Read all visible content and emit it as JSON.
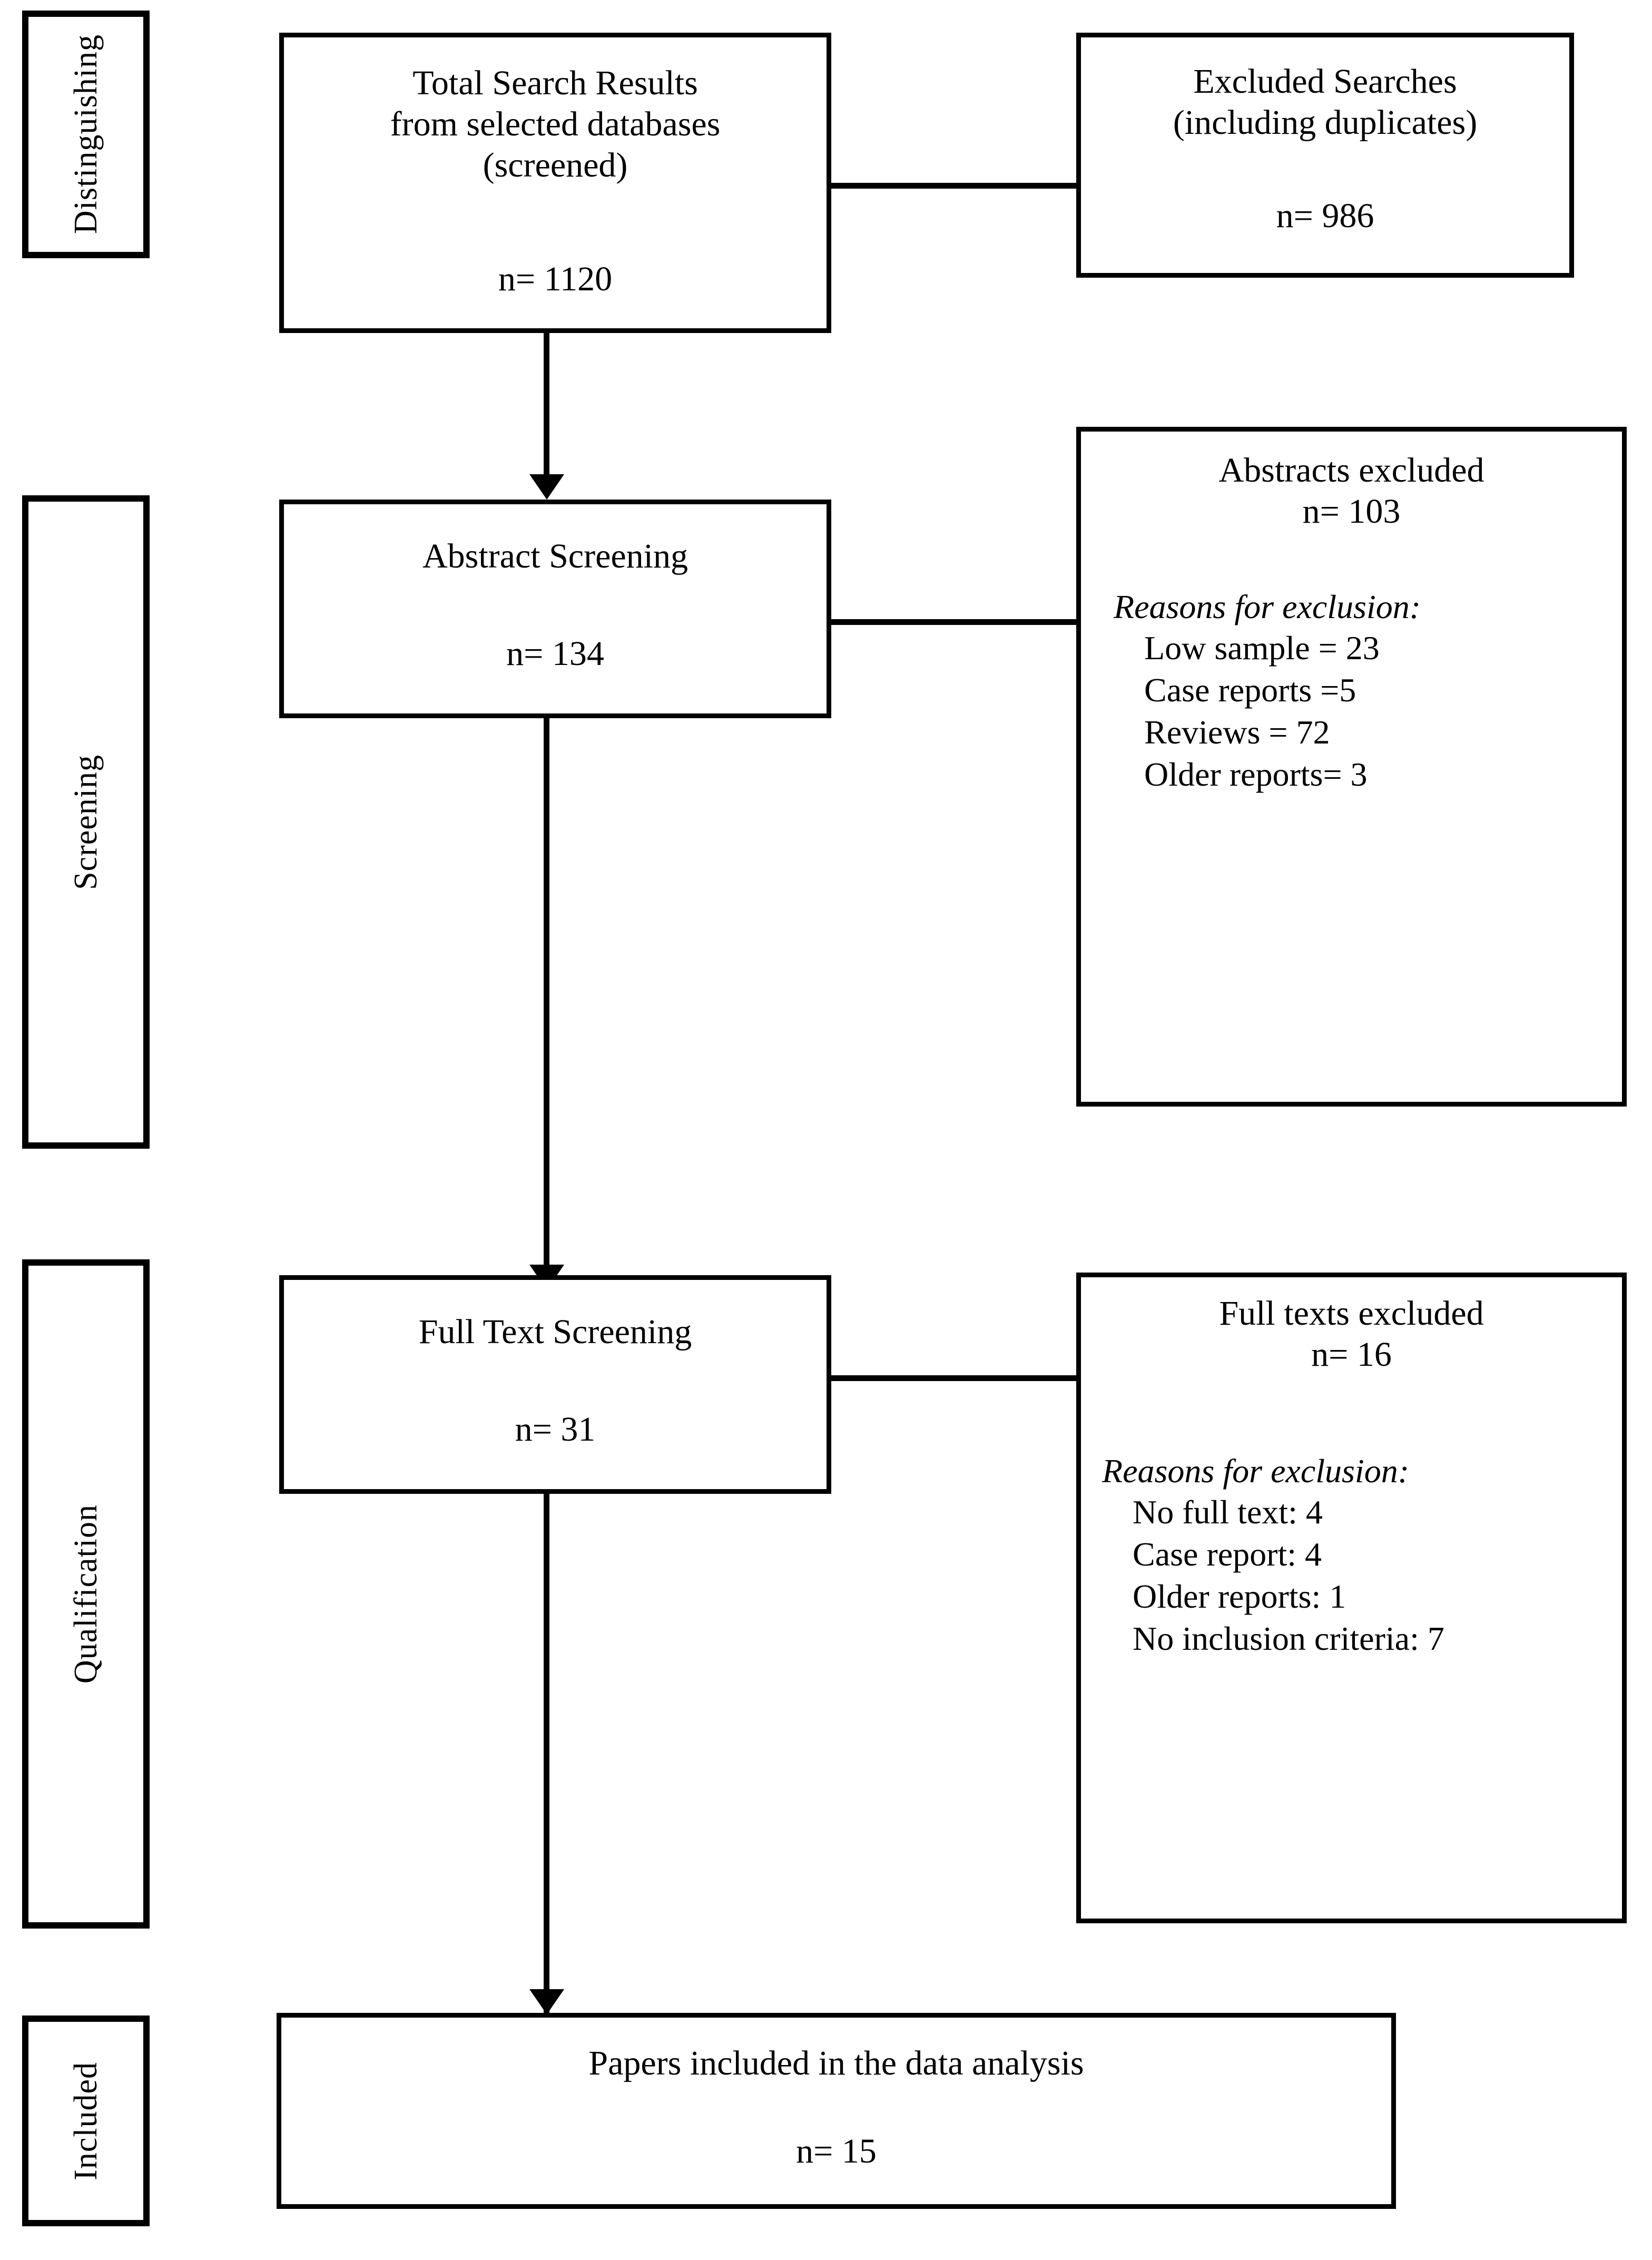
{
  "diagram": {
    "type": "prisma-flow-diagram",
    "stages": [
      {
        "id": "distinguishing",
        "label": "Distinguishing"
      },
      {
        "id": "screening",
        "label": "Screening"
      },
      {
        "id": "qualification",
        "label": "Qualification"
      },
      {
        "id": "included",
        "label": "Included"
      }
    ],
    "boxes": {
      "total_search": {
        "lines": [
          "Total Search Results",
          "from selected databases",
          "(screened)"
        ],
        "count_label": "n= 1120"
      },
      "excluded_searches": {
        "lines": [
          "Excluded Searches",
          "(including duplicates)"
        ],
        "count_label": "n= 986"
      },
      "abstract_screening": {
        "lines": [
          "Abstract Screening"
        ],
        "count_label": "n= 134"
      },
      "abstracts_excluded": {
        "lines": [
          "Abstracts excluded"
        ],
        "count_label": "n= 103",
        "reasons_heading": "Reasons for exclusion:",
        "reasons": [
          "Low sample = 23",
          "Case reports =5",
          "Reviews = 72",
          "Older reports= 3"
        ]
      },
      "full_text_screening": {
        "lines": [
          "Full Text Screening"
        ],
        "count_label": "n= 31"
      },
      "full_texts_excluded": {
        "lines": [
          "Full texts excluded"
        ],
        "count_label": "n= 16",
        "reasons_heading": "Reasons for exclusion:",
        "reasons": [
          "No full text: 4",
          "Case report: 4",
          "Older reports: 1",
          "No inclusion criteria: 7"
        ]
      },
      "papers_included": {
        "lines": [
          "Papers included in the data analysis"
        ],
        "count_label": "n= 15"
      }
    },
    "colors": {
      "stroke": "#000000",
      "fill": "#ffffff"
    }
  }
}
